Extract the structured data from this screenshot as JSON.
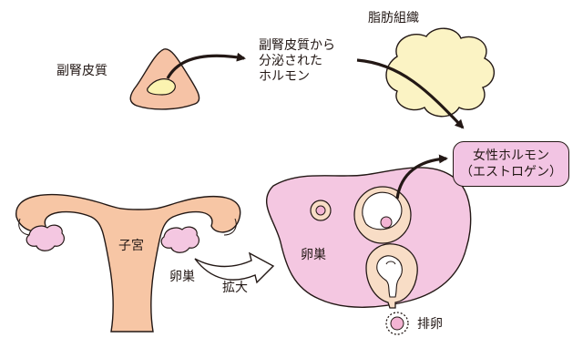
{
  "labels": {
    "adrenal_cortex": "副腎皮質",
    "adrenal_hormone": [
      "副腎皮質から",
      "分泌された",
      "ホルモン"
    ],
    "adipose_tissue": "脂肪組織",
    "female_hormone": [
      "女性ホルモン",
      "（エストロゲン）"
    ],
    "uterus": "子宮",
    "ovary_small": "卵巣",
    "enlarge": "拡大",
    "ovary_large": "卵巣",
    "ovulation": "排卵"
  },
  "colors": {
    "adrenal_fill": "#f6c3a6",
    "adrenal_center": "#fbf3b0",
    "fat_fill": "#fbf3c4",
    "hormone_box": "#f2c4e3",
    "uterus_fill": "#f7c6a5",
    "ovary_fill": "#f4c7e1",
    "follicle_fill": "#f8ddc6",
    "egg_fill": "#f3b4d4",
    "line": "#231815"
  }
}
